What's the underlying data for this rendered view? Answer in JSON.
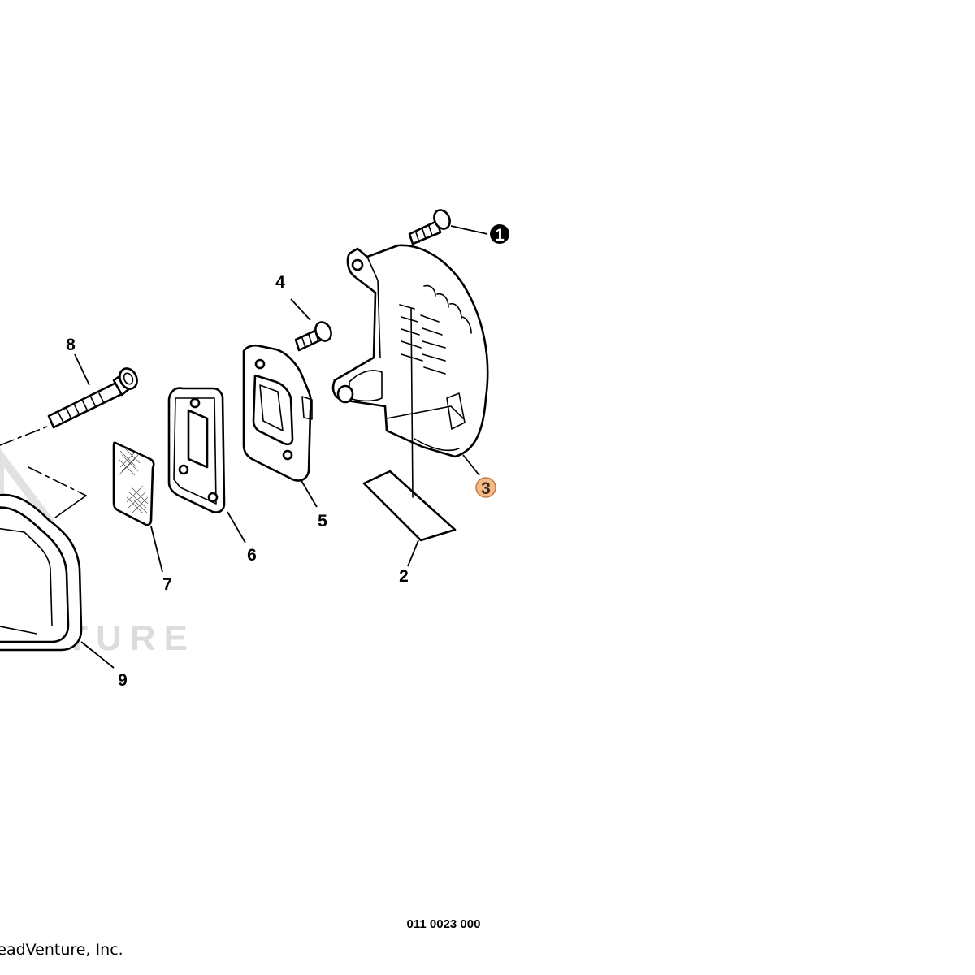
{
  "watermark": {
    "text": "ENTURE"
  },
  "callouts": [
    {
      "id": "1",
      "label": "1",
      "style": "filled-black"
    },
    {
      "id": "2",
      "label": "2",
      "style": "plain"
    },
    {
      "id": "3",
      "label": "3",
      "style": "highlighted",
      "color": "#f5b98a"
    },
    {
      "id": "4",
      "label": "4",
      "style": "plain"
    },
    {
      "id": "5",
      "label": "5",
      "style": "plain"
    },
    {
      "id": "6",
      "label": "6",
      "style": "plain"
    },
    {
      "id": "7",
      "label": "7",
      "style": "plain"
    },
    {
      "id": "8",
      "label": "8",
      "style": "plain"
    },
    {
      "id": "9",
      "label": "9",
      "style": "plain"
    }
  ],
  "footer": {
    "part_number": "011 0023 000",
    "copyright": "LeadVenture, Inc."
  },
  "colors": {
    "highlight_fill": "#f5b98a",
    "highlight_stroke": "#c07a44",
    "callout_filled": "#000000",
    "watermark": "#dcdcdc"
  }
}
